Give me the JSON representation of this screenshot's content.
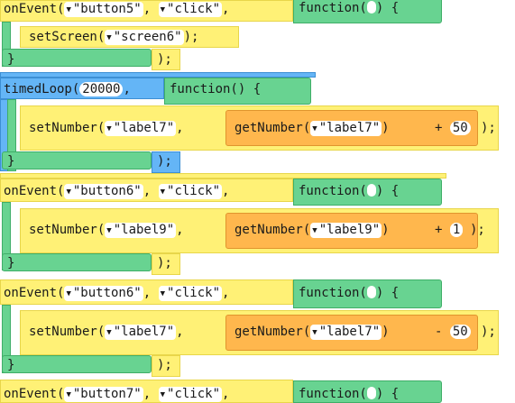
{
  "blocks": {
    "event1": {
      "fn": "onEvent(",
      "arg1": "\"button5\"",
      "comma1": ",",
      "arg2": "\"click\"",
      "comma2": ",",
      "func": "function(",
      "func_close": ")",
      "brace": "{",
      "inner": {
        "fn": "setScreen(",
        "arg": "\"screen6\"",
        "close": ");"
      },
      "end": "}",
      "end_close": ");"
    },
    "loop": {
      "fn": "timedLoop(",
      "interval": "20000",
      "comma": ",",
      "func": "function()",
      "brace": "{",
      "inner": {
        "fn": "setNumber(",
        "target": "\"label7\"",
        "comma": ",",
        "get_fn": "getNumber(",
        "get_arg": "\"label7\"",
        "get_close": ")",
        "op": "+",
        "operand": "50",
        "close": ");"
      },
      "end": "}",
      "end_close": ");"
    },
    "event2": {
      "fn": "onEvent(",
      "arg1": "\"button6\"",
      "comma1": ",",
      "arg2": "\"click\"",
      "comma2": ",",
      "func": "function(",
      "func_close": ")",
      "brace": "{",
      "inner": {
        "fn": "setNumber(",
        "target": "\"label9\"",
        "comma": ",",
        "get_fn": "getNumber(",
        "get_arg": "\"label9\"",
        "get_close": ")",
        "op": "+",
        "operand": "1",
        "close": ");"
      },
      "end": "}",
      "end_close": ");"
    },
    "event3": {
      "fn": "onEvent(",
      "arg1": "\"button6\"",
      "comma1": ",",
      "arg2": "\"click\"",
      "comma2": ",",
      "func": "function(",
      "func_close": ")",
      "brace": "{",
      "inner": {
        "fn": "setNumber(",
        "target": "\"label7\"",
        "comma": ",",
        "get_fn": "getNumber(",
        "get_arg": "\"label7\"",
        "get_close": ")",
        "op": "-",
        "operand": "50",
        "close": ");"
      },
      "end": "}",
      "end_close": ");"
    },
    "event4": {
      "fn": "onEvent(",
      "arg1": "\"button7\"",
      "comma1": ",",
      "arg2": "\"click\"",
      "comma2": ",",
      "func": "function(",
      "func_close": ")",
      "brace": "{"
    }
  },
  "icons": {
    "dropdown": "dropdown-triangle-icon"
  },
  "colors": {
    "event_block": "#fff176",
    "loop_block": "#64b5f6",
    "function_block": "#68d391",
    "getter_block": "#ffb74d"
  }
}
